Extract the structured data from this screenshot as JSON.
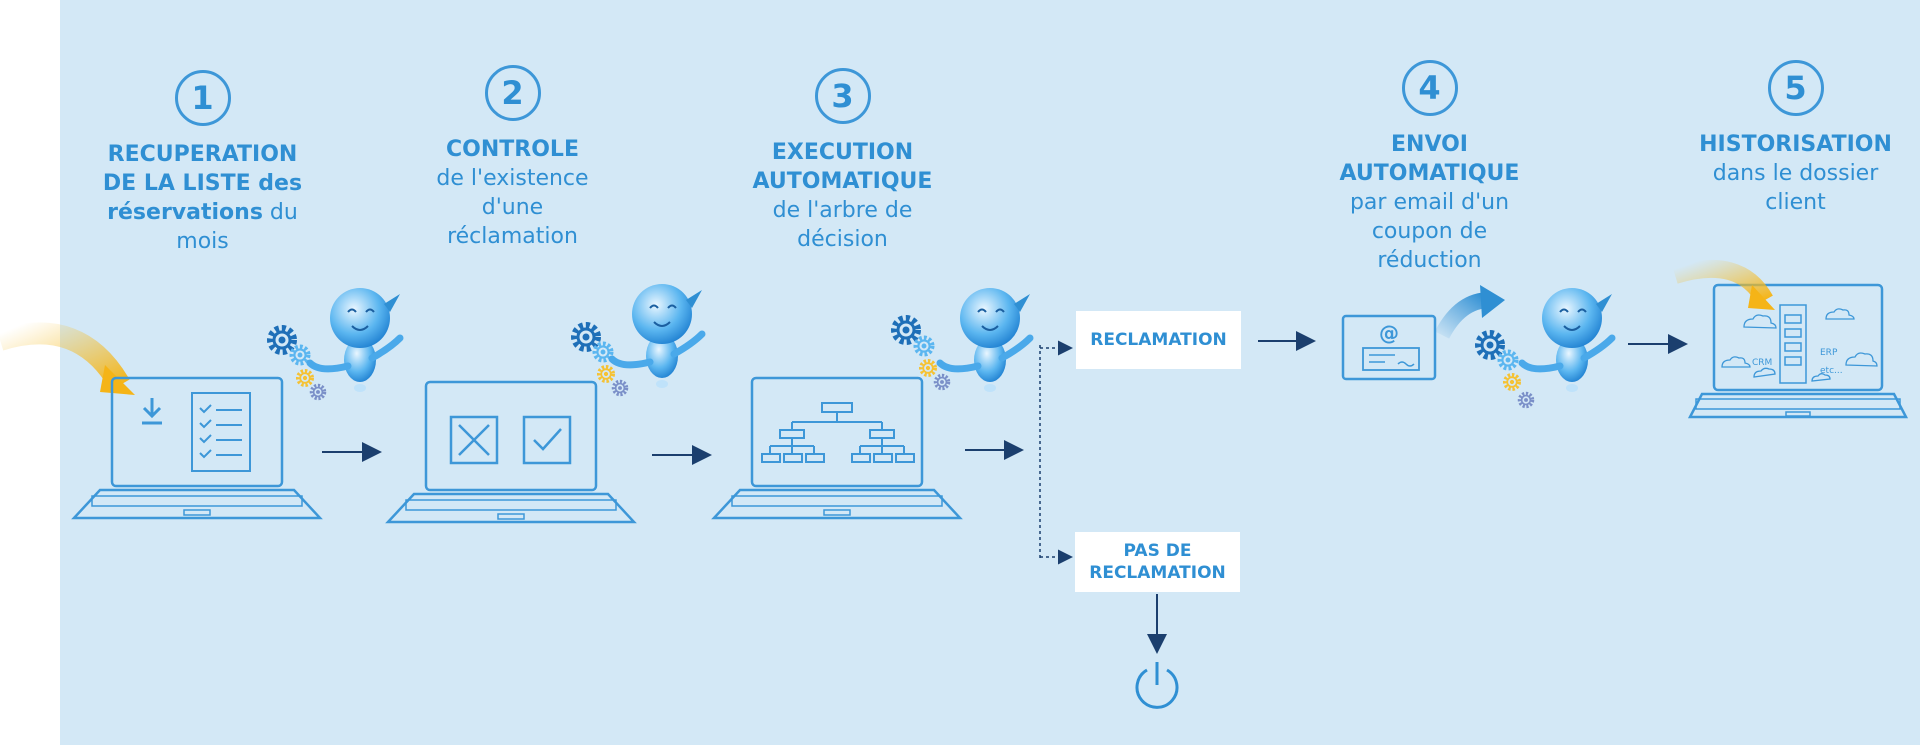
{
  "steps": [
    {
      "number": "1",
      "lines": [
        [
          {
            "t": "RECUPERATION",
            "b": true
          }
        ],
        [
          {
            "t": "DE LA LISTE des",
            "b": true
          }
        ],
        [
          {
            "t": "réservations",
            "b": true
          },
          {
            "t": " du",
            "b": false
          }
        ],
        [
          {
            "t": "mois",
            "b": false
          }
        ]
      ]
    },
    {
      "number": "2",
      "lines": [
        [
          {
            "t": "CONTROLE",
            "b": true
          }
        ],
        [
          {
            "t": "de l'existence",
            "b": false
          }
        ],
        [
          {
            "t": "d'une",
            "b": false
          }
        ],
        [
          {
            "t": "réclamation",
            "b": false
          }
        ]
      ]
    },
    {
      "number": "3",
      "lines": [
        [
          {
            "t": "EXECUTION",
            "b": true
          }
        ],
        [
          {
            "t": "AUTOMATIQUE",
            "b": true
          }
        ],
        [
          {
            "t": "de l'arbre de",
            "b": false
          }
        ],
        [
          {
            "t": "décision",
            "b": false
          }
        ]
      ]
    },
    {
      "number": "4",
      "lines": [
        [
          {
            "t": "ENVOI",
            "b": true
          }
        ],
        [
          {
            "t": "AUTOMATIQUE",
            "b": true
          }
        ],
        [
          {
            "t": "par email d'un",
            "b": false
          }
        ],
        [
          {
            "t": "coupon de",
            "b": false
          }
        ],
        [
          {
            "t": "réduction",
            "b": false
          }
        ]
      ]
    },
    {
      "number": "5",
      "lines": [
        [
          {
            "t": "HISTORISATION",
            "b": true
          }
        ],
        [
          {
            "t": "dans le dossier",
            "b": false
          }
        ],
        [
          {
            "t": "client",
            "b": false
          }
        ]
      ]
    }
  ],
  "branches": {
    "reclamation": "RECLAMATION",
    "no_reclamation_line1": "PAS DE",
    "no_reclamation_line2": "RECLAMATION"
  },
  "screen_labels": {
    "crm": "CRM",
    "erp": "ERP",
    "etc": "etc...",
    "at": "@"
  },
  "colors": {
    "background": "#d3e8f6",
    "accent_blue": "#2f8fd3",
    "line_blue": "#3d97d8",
    "arrow_dark": "#1b3f6e",
    "highlight_yellow": "#f5c234"
  }
}
